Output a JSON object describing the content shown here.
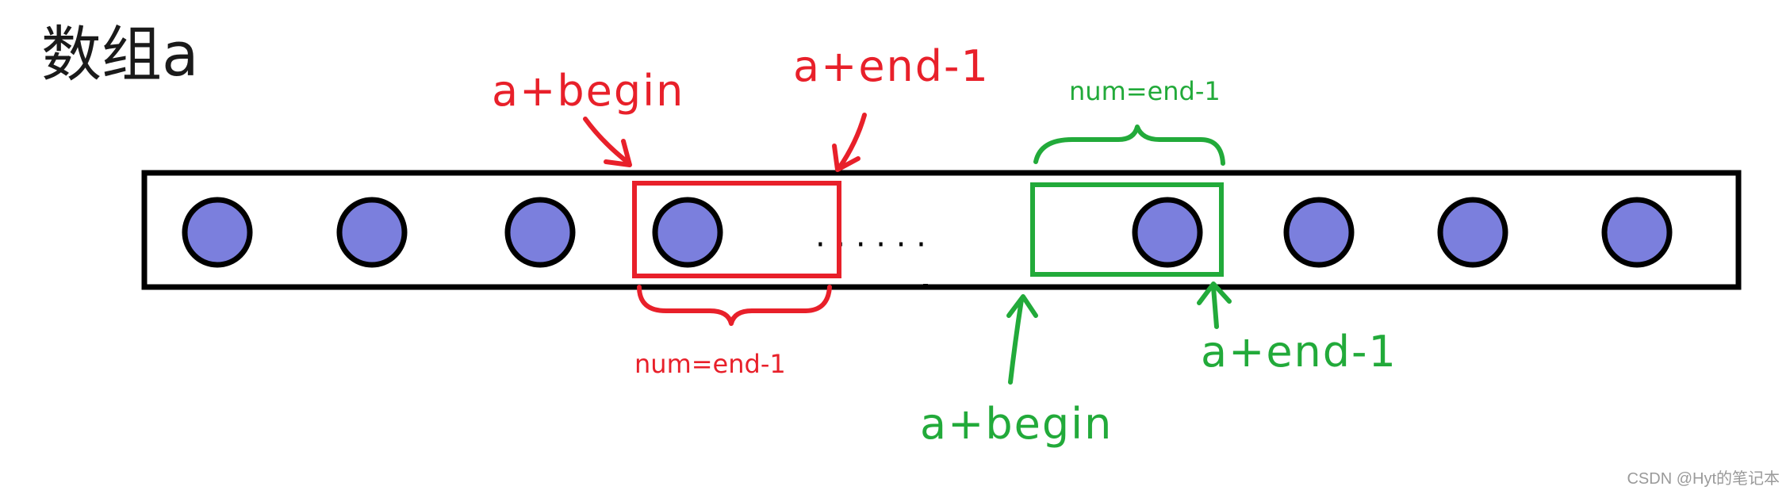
{
  "title": "数组a",
  "labels": {
    "red_begin": "a+begin",
    "red_end": "a+end-1",
    "red_num": "num=end-1",
    "green_num": "num=end-1",
    "green_end": "a+end-1",
    "green_begin": "a+begin",
    "ellipsis": "· · · · · ·"
  },
  "watermark": "CSDN @Hyt的笔记本",
  "colors": {
    "red": "#e8202a",
    "green": "#22aa3a",
    "element_fill": "#7b7fdd",
    "outline": "#000000"
  }
}
